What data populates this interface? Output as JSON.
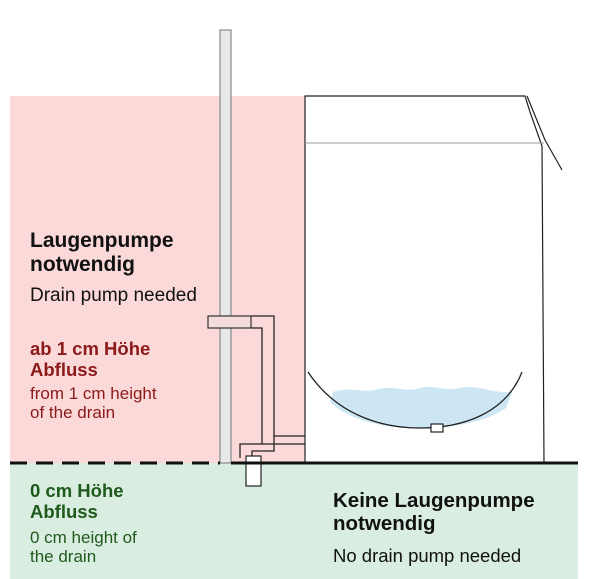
{
  "above_zone": {
    "heading_line1": "Laugenpumpe",
    "heading_line2": "notwendig",
    "subtitle": "Drain pump needed",
    "height_title_line1": "ab 1 cm Höhe",
    "height_title_line2": "Abfluss",
    "height_sub_line1": "from 1 cm height",
    "height_sub_line2": "of the drain",
    "color": "#fcd9d9",
    "text_color": "#8b1a1a"
  },
  "below_zone": {
    "height_title_line1": "0 cm Höhe",
    "height_title_line2": "Abfluss",
    "height_sub_line1": "0 cm height of",
    "height_sub_line2": "the drain",
    "heading_line1": "Keine Laugenpumpe",
    "heading_line2": "notwendig",
    "subtitle": "No drain pump needed",
    "color": "#d9ede1",
    "text_color": "#1f5a1c"
  },
  "colors": {
    "water": "#cde6f4",
    "line": "#111111"
  }
}
